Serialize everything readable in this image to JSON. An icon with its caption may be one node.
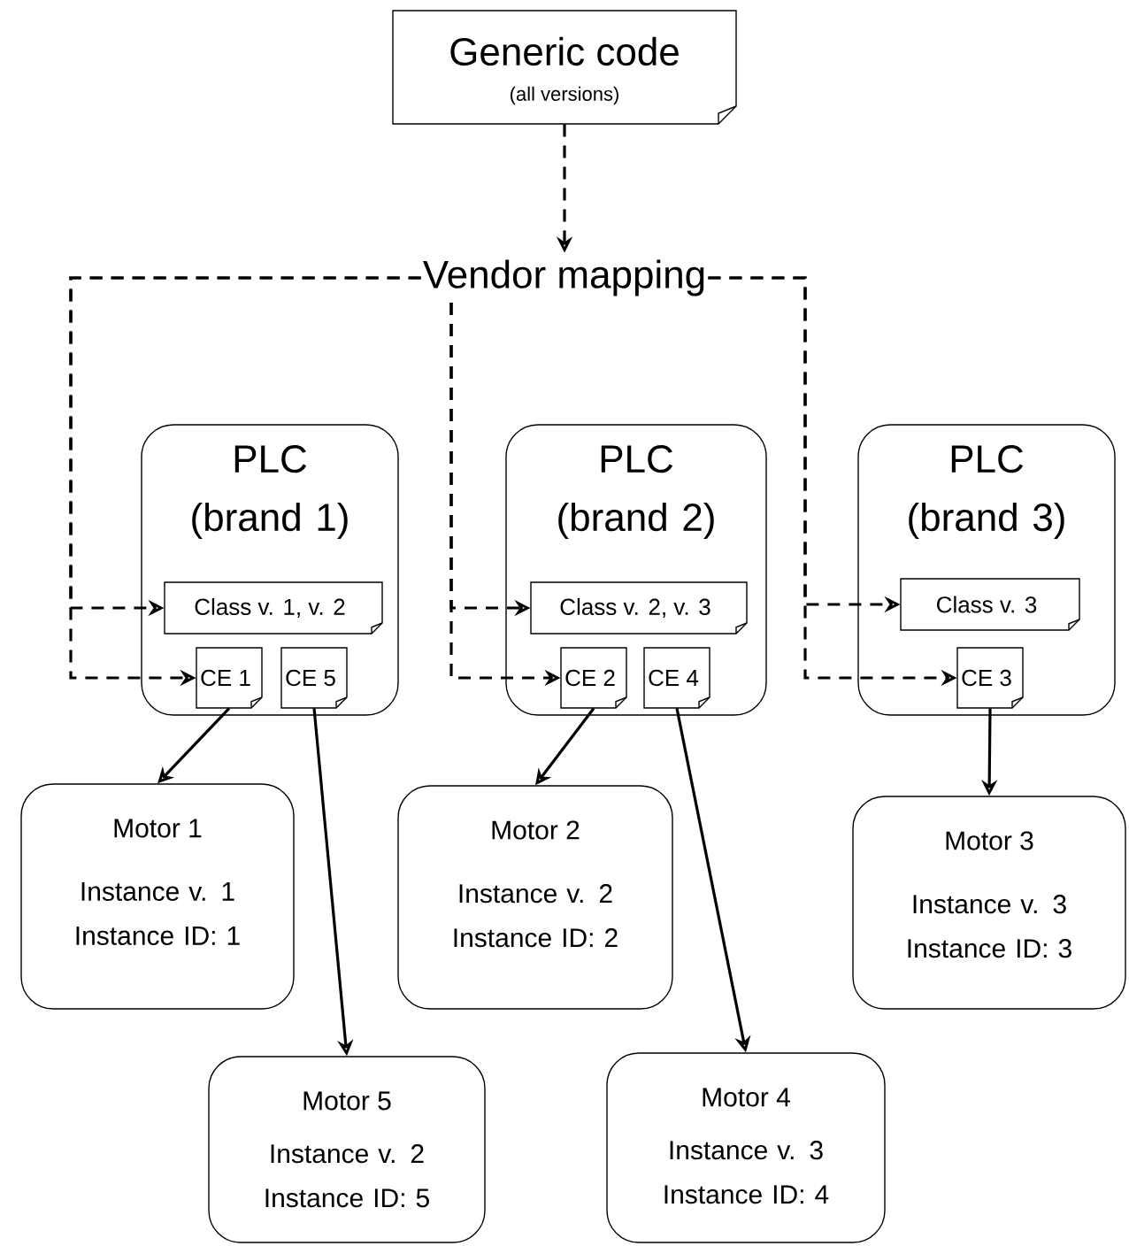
{
  "diagram": {
    "nodes": [
      {
        "text": [
          "Generic code",
          "(all versions)"
        ]
      },
      {
        "text": [
          "Vendor mapping"
        ]
      },
      {
        "text": [
          "PLC (brand 1)"
        ]
      },
      {
        "text": [
          "Class  v. 1, v. 2"
        ],
        "in": 2
      },
      {
        "text": [
          "CE 1"
        ],
        "in": 2
      },
      {
        "text": [
          "CE 5"
        ],
        "in": 2
      },
      {
        "text": [
          "PLC (brand 2)"
        ]
      },
      {
        "text": [
          "Class  v. 2, v. 3"
        ],
        "in": 6
      },
      {
        "text": [
          "CE 2"
        ],
        "in": 6
      },
      {
        "text": [
          "CE 4"
        ],
        "in": 6
      },
      {
        "text": [
          "PLC (brand 3)"
        ]
      },
      {
        "text": [
          "Class  v. 3"
        ],
        "in": 10
      },
      {
        "text": [
          "CE 3"
        ],
        "in": 10
      },
      {
        "text": [
          "Motor 1",
          "Instance v. 1 Instance ID: 1"
        ]
      },
      {
        "text": [
          "Motor 2",
          "Instance v. 2 Instance ID: 2"
        ]
      },
      {
        "text": [
          "Motor 3",
          "Instance v. 3 Instance ID: 3"
        ]
      },
      {
        "text": [
          "Motor 5",
          "Instance v. 2 Instance ID: 5"
        ]
      },
      {
        "text": [
          "Motor 4",
          "Instance v. 3 Instance ID: 4"
        ]
      }
    ],
    "edges": [
      {
        "from": 0,
        "to": 1,
        "arrow": "to",
        "style": "dashed"
      },
      {
        "from": 1,
        "to": 3,
        "arrow": "to",
        "style": "dashed"
      },
      {
        "from": 1,
        "to": 4,
        "arrow": "to",
        "style": "dashed"
      },
      {
        "from": 1,
        "to": 7,
        "arrow": "to",
        "style": "dashed"
      },
      {
        "from": 1,
        "to": 8,
        "arrow": "to",
        "style": "dashed"
      },
      {
        "from": 1,
        "to": 11,
        "arrow": "to",
        "style": "dashed"
      },
      {
        "from": 1,
        "to": 12,
        "arrow": "to",
        "style": "dashed"
      },
      {
        "from": 4,
        "to": 13,
        "arrow": "to"
      },
      {
        "from": 5,
        "to": 16,
        "arrow": "to"
      },
      {
        "from": 8,
        "to": 14,
        "arrow": "to"
      },
      {
        "from": 9,
        "to": 17,
        "arrow": "to"
      },
      {
        "from": 12,
        "to": 15,
        "arrow": "to"
      }
    ]
  }
}
